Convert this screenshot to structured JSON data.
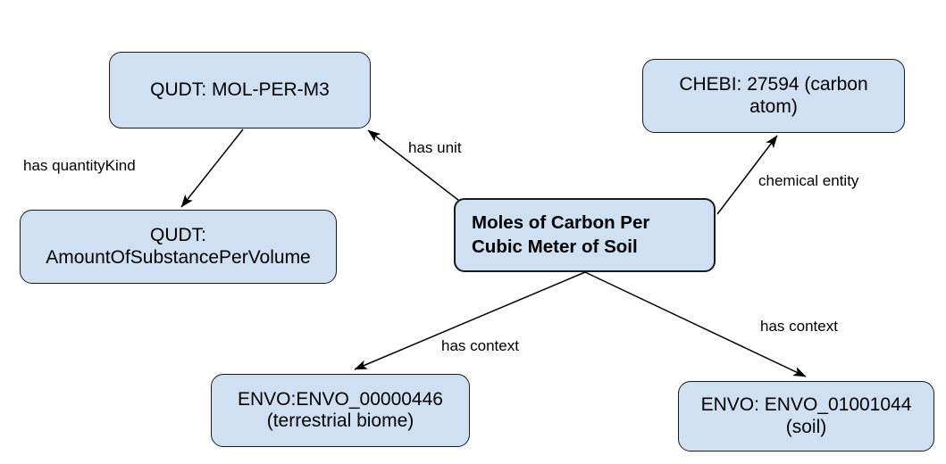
{
  "diagram": {
    "type": "ontology-mapping-graph",
    "colors": {
      "node_fill": "#cfe0f3",
      "node_stroke": "#1a1a1a",
      "edge_stroke": "#000000",
      "text": "#000000",
      "background": "#ffffff"
    },
    "nodes": [
      {
        "id": "qudt-unit",
        "label": "QUDT: MOL-PER-M3",
        "emphasis": false
      },
      {
        "id": "qudt-quantitykind",
        "label": "QUDT:\nAmountOfSubstancePerVolume",
        "emphasis": false
      },
      {
        "id": "chebi",
        "label": "CHEBI: 27594 (carbon\natom)",
        "emphasis": false
      },
      {
        "id": "center",
        "label": "Moles of Carbon Per\nCubic Meter of Soil",
        "emphasis": true
      },
      {
        "id": "envo-biome",
        "label": "ENVO:ENVO_00000446\n(terrestrial biome)",
        "emphasis": false
      },
      {
        "id": "envo-soil",
        "label": "ENVO: ENVO_01001044\n(soil)",
        "emphasis": false
      }
    ],
    "edges": [
      {
        "id": "has-quantitykind",
        "label": "has quantityKind",
        "from": "qudt-unit",
        "to": "qudt-quantitykind"
      },
      {
        "id": "has-unit",
        "label": "has unit",
        "from": "center",
        "to": "qudt-unit"
      },
      {
        "id": "chemical-entity",
        "label": "chemical entity",
        "from": "center",
        "to": "chebi"
      },
      {
        "id": "has-context-left",
        "label": "has context",
        "from": "center",
        "to": "envo-biome"
      },
      {
        "id": "has-context-right",
        "label": "has context",
        "from": "center",
        "to": "envo-soil"
      }
    ]
  }
}
